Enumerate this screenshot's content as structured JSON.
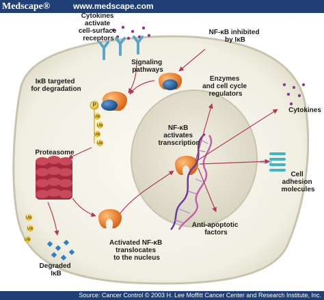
{
  "header": {
    "brand": "Medscape®",
    "url": "www.medscape.com"
  },
  "labels": {
    "cytokines_activate": [
      "Cytokines",
      "activate",
      "cell-surface",
      "receptors"
    ],
    "nfkb_inhibited": [
      "NF-κB inhibited",
      "by IκB"
    ],
    "signaling_pathways": [
      "Signaling",
      "pathways"
    ],
    "ikb_targeted": [
      "IκB targeted",
      "for degradation"
    ],
    "enzymes": [
      "Enzymes",
      "and cell cycle",
      "regulators"
    ],
    "cytokines": "Cytokines",
    "proteasome": "Proteasome",
    "nfkb_activates": [
      "NF-κB",
      "activates",
      "transcription"
    ],
    "cell_adhesion": [
      "Cell",
      "adhesion",
      "molecules"
    ],
    "anti_apoptotic": [
      "Anti-apoptotic",
      "factors"
    ],
    "activated_nfkb": [
      "Activated NF-κB",
      "translocates",
      "to the nucleus"
    ],
    "degraded_ikb": [
      "Degraded",
      "IκB"
    ],
    "ub": "Ub",
    "p": "P"
  },
  "footer": {
    "source": "Source: Cancer Control © 2003 H. Lee Moffitt Cancer Center and Research Institute, Inc."
  },
  "colors": {
    "header_bg": "#1f3f76",
    "arrow": "#b0375a",
    "nfkb_orange": "#e8731c",
    "ikb_blue": "#1d5a9a",
    "ub_yellow": "#f3c81d",
    "receptor_blue": "#5aa6c8",
    "dot_purple": "#8a3a8a"
  }
}
